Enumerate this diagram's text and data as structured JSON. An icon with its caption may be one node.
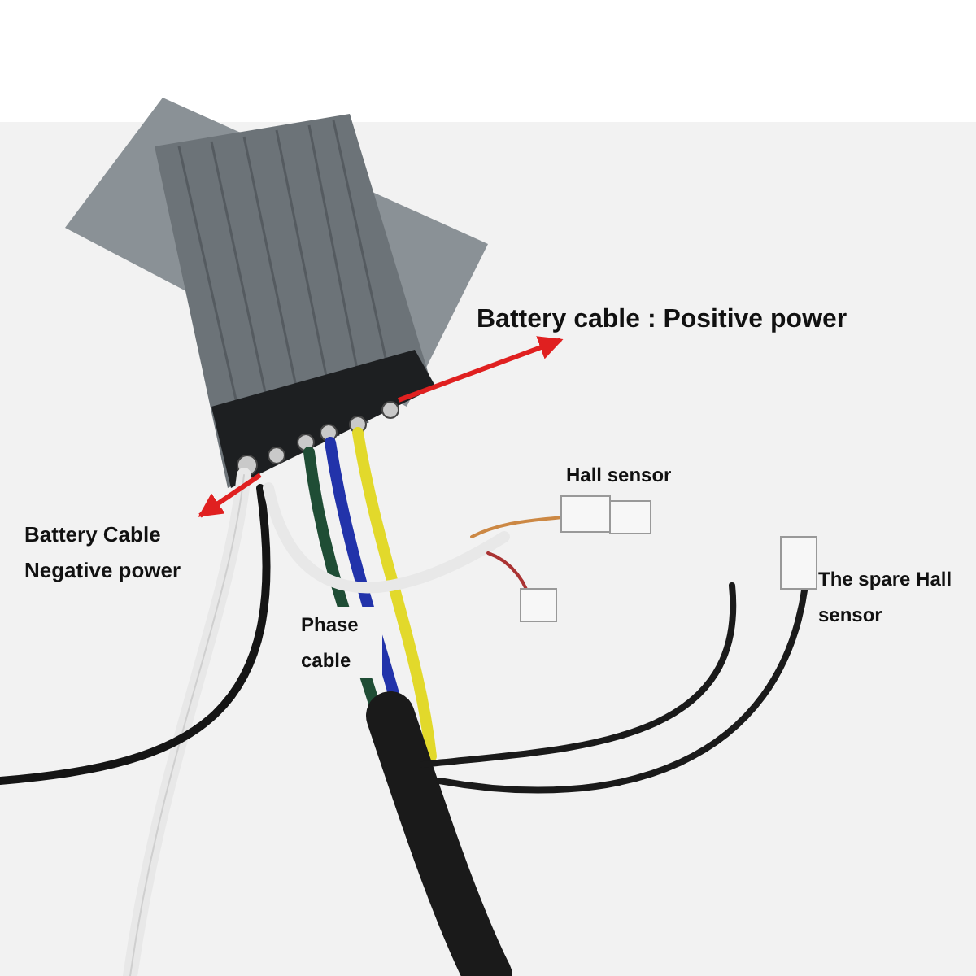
{
  "diagram": {
    "nodes": [
      {
        "text": [
          "Battery cable : Positive power"
        ]
      },
      {
        "text": [
          "Battery Cable Negative power"
        ]
      }
    ],
    "edges": [
      {
        "from": null,
        "to": 0,
        "arrow": "to"
      },
      {
        "from": null,
        "to": 1,
        "arrow": "to"
      }
    ],
    "labels": [
      "Hall sensor",
      "Phase cable",
      "The spare Hall sensor"
    ]
  }
}
